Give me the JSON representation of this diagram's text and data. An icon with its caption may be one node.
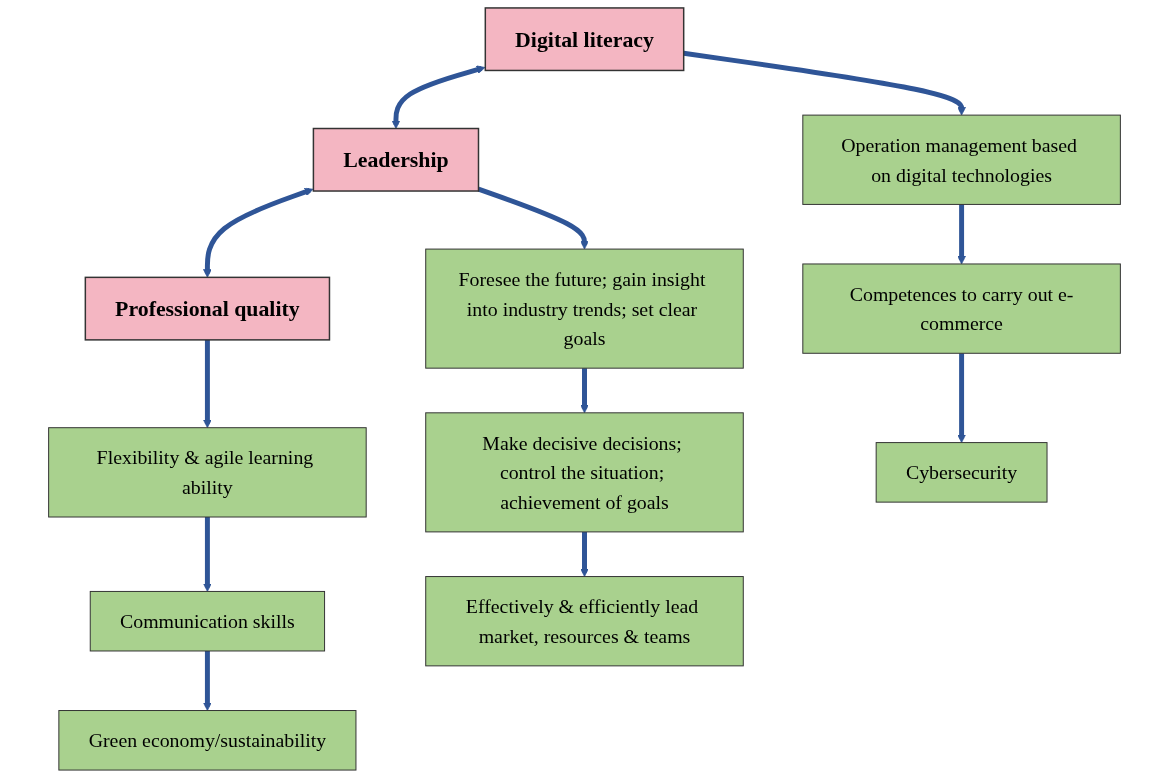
{
  "diagram": {
    "nodes": [
      {
        "text": [
          "Digital literacy"
        ]
      },
      {
        "text": [
          "Leadership"
        ]
      },
      {
        "text": [
          "Professional quality"
        ]
      },
      {
        "text": [
          "Operation management based on digital technologies"
        ]
      },
      {
        "text": [
          "Foresee the future; gain insight into industry trends; set clear goals"
        ]
      },
      {
        "text": [
          "Flexibility & agile learning ability"
        ]
      },
      {
        "text": [
          "Competences to carry out e-commerce"
        ]
      },
      {
        "text": [
          "Make decisive decisions; control the situation; achievement of goals"
        ]
      },
      {
        "text": [
          "Communication skills"
        ]
      },
      {
        "text": [
          "Cybersecurity"
        ]
      },
      {
        "text": [
          "Effectively & efficiently lead market, resources & teams"
        ]
      },
      {
        "text": [
          "Green economy/sustainability"
        ]
      }
    ],
    "edges": [
      {
        "from": 0,
        "to": 1,
        "arrow": "both"
      },
      {
        "from": 1,
        "to": 2,
        "arrow": "both"
      },
      {
        "from": 0,
        "to": 3,
        "arrow": "to"
      },
      {
        "from": 3,
        "to": 6,
        "arrow": "to"
      },
      {
        "from": 6,
        "to": 9,
        "arrow": "to"
      },
      {
        "from": 1,
        "to": 4,
        "arrow": "to"
      },
      {
        "from": 4,
        "to": 7,
        "arrow": "to"
      },
      {
        "from": 7,
        "to": 10,
        "arrow": "to"
      },
      {
        "from": 2,
        "to": 5,
        "arrow": "to"
      },
      {
        "from": 5,
        "to": 8,
        "arrow": "to"
      },
      {
        "from": 8,
        "to": 11,
        "arrow": "to"
      }
    ]
  }
}
